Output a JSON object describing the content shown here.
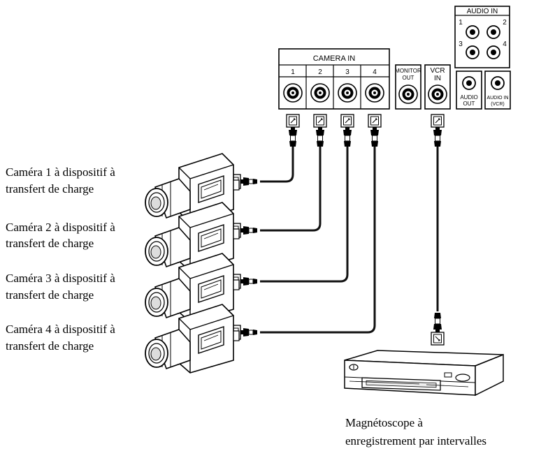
{
  "panel": {
    "camera_in_label": "CAMERA IN",
    "camera_inputs": [
      "1",
      "2",
      "3",
      "4"
    ],
    "monitor_out_label": [
      "MONITOR",
      "OUT"
    ],
    "vcr_in_label": [
      "VCR",
      "IN"
    ],
    "audio_in_label": "AUDIO IN",
    "audio_in_numbers": [
      "1",
      "2",
      "3",
      "4"
    ],
    "audio_out_label": [
      "AUDIO",
      "OUT"
    ],
    "audio_in_vcr_label": [
      "AUDIO IN",
      "(VCR)"
    ]
  },
  "cameras": [
    {
      "line1": "Caméra 1 à dispositif à",
      "line2": "transfert de charge"
    },
    {
      "line1": "Caméra 2 à dispositif à",
      "line2": "transfert de charge"
    },
    {
      "line1": "Caméra 3 à dispositif à",
      "line2": "transfert de charge"
    },
    {
      "line1": "Caméra 4 à dispositif à",
      "line2": "transfert de charge"
    }
  ],
  "vcr": {
    "line1": "Magnétoscope à",
    "line2": "enregistrement par intervalles"
  },
  "colors": {
    "line": "#000000",
    "panel_fill": "#ffffff",
    "cable": "#111111",
    "shading": "#cccccc"
  }
}
